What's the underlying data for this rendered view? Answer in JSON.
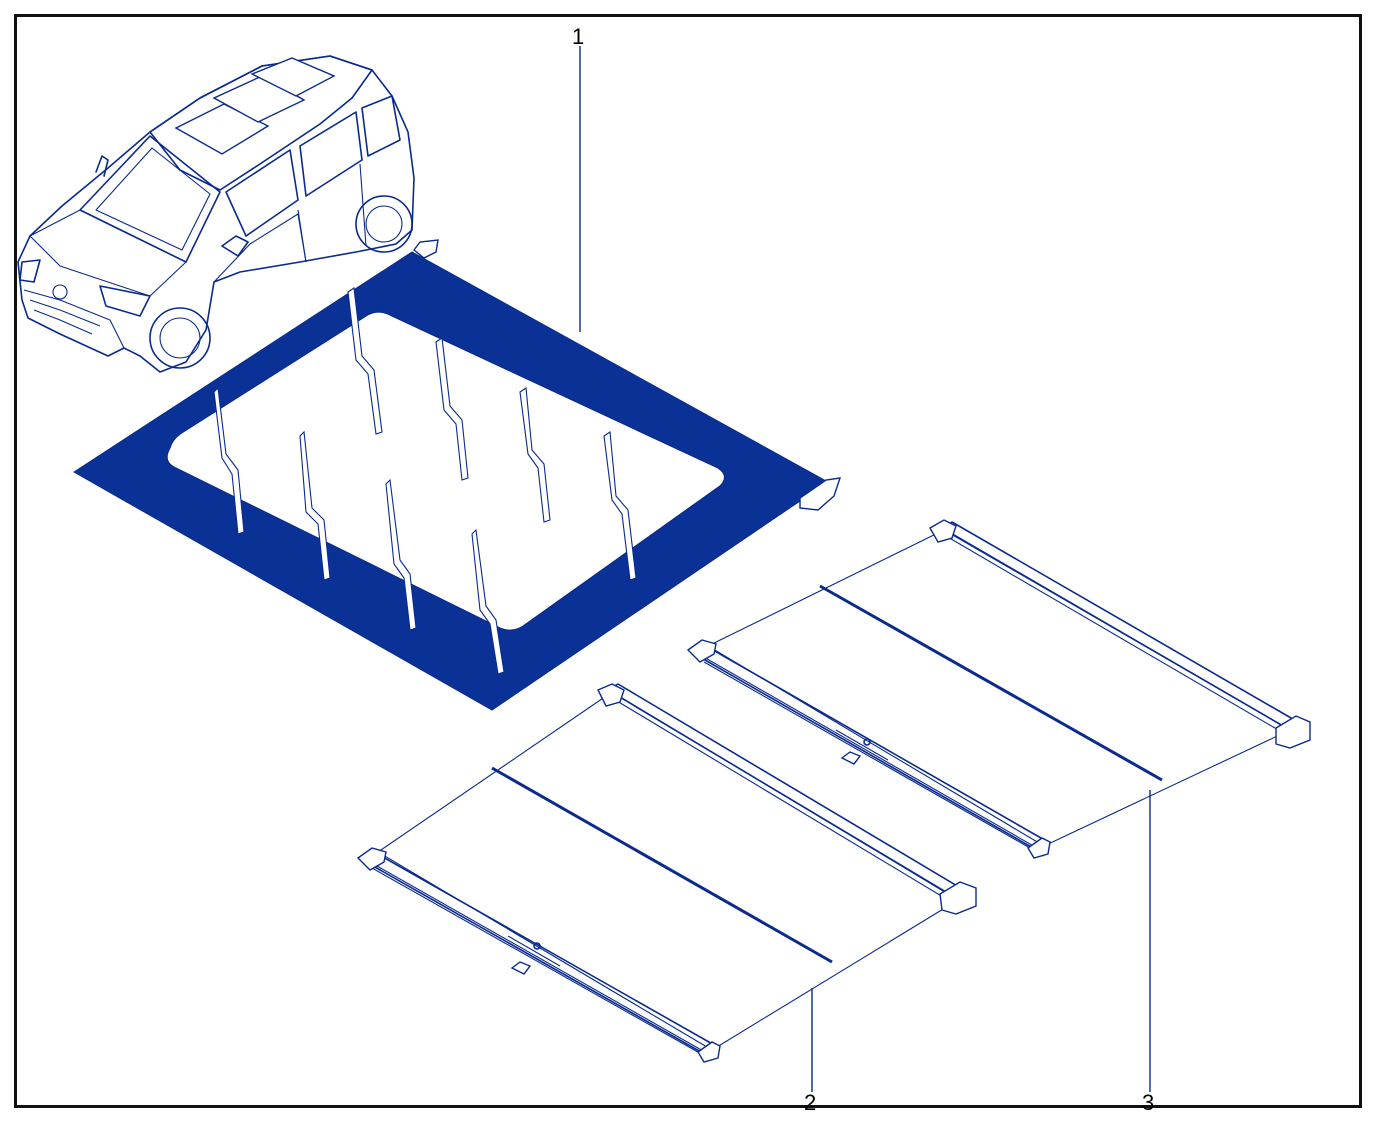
{
  "diagram": {
    "colors": {
      "line": "#0a2a8c",
      "fill": "#0a3296",
      "frame": "#111111",
      "background": "#ffffff"
    },
    "callouts": [
      {
        "id": "1",
        "label": "1"
      },
      {
        "id": "2",
        "label": "2"
      },
      {
        "id": "3",
        "label": "3"
      }
    ],
    "parts": [
      {
        "name": "vehicle-reference",
        "icon": "car-isometric-icon"
      },
      {
        "name": "panoramic-glass-roof",
        "icon": "glass-roof-icon"
      },
      {
        "name": "front-sunblind",
        "icon": "roller-blind-icon"
      },
      {
        "name": "rear-sunblind",
        "icon": "roller-blind-icon"
      }
    ]
  }
}
